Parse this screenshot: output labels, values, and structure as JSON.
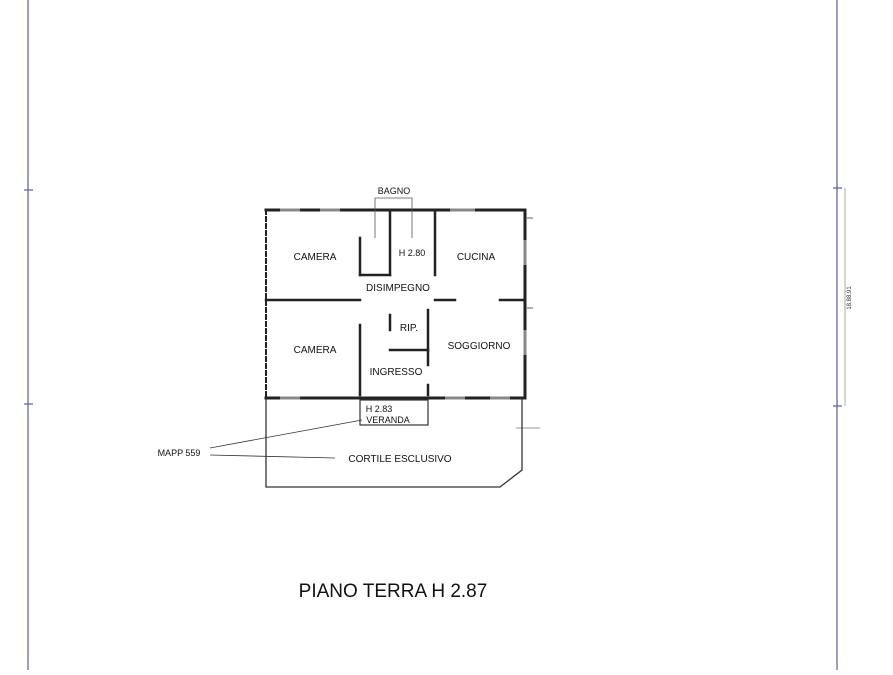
{
  "colors": {
    "frame": "#5a5aa8",
    "wall": "#222222",
    "line": "#333333",
    "window": "#888888"
  },
  "plan": {
    "rooms": {
      "camera_top": "CAMERA",
      "camera_bottom": "CAMERA",
      "bagno": "BAGNO",
      "bagno_height": "H 2.80",
      "cucina": "CUCINA",
      "disimpegno": "DISIMPEGNO",
      "rip": "RIP.",
      "soggiorno": "SOGGIORNO",
      "ingresso": "INGRESSO",
      "veranda_height": "H 2.83",
      "veranda": "VERANDA",
      "cortile": "CORTILE ESCLUSIVO"
    },
    "mapp_label": "MAPP 559",
    "dimension_label": "18.88.91"
  },
  "title": "PIANO TERRA H 2.87"
}
